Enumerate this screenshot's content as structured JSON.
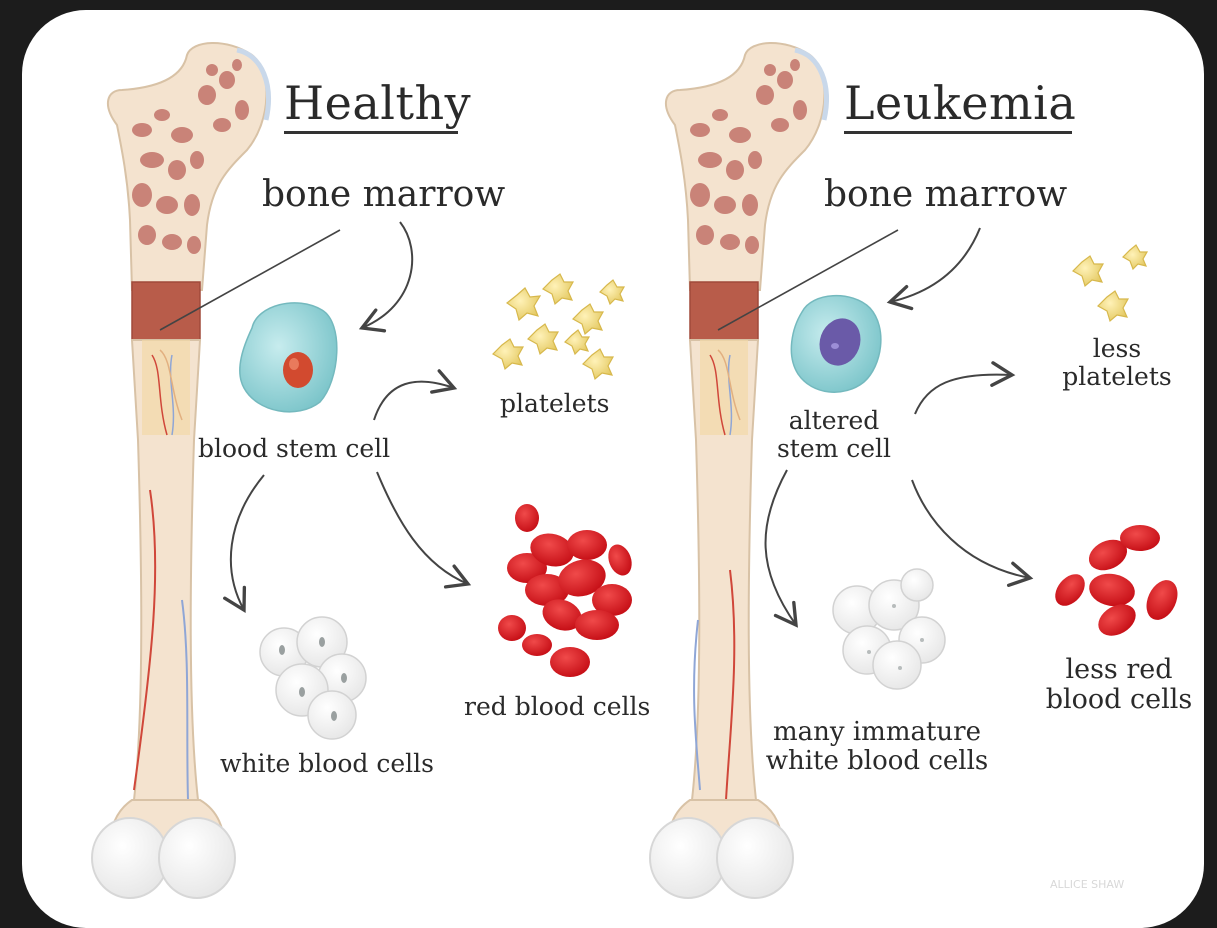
{
  "panels": {
    "healthy": {
      "title": "Healthy",
      "marrow": "bone marrow",
      "stem": "blood stem cell",
      "platelets": "platelets",
      "rbc": "red blood cells",
      "wbc": "white blood cells"
    },
    "leukemia": {
      "title": "Leukemia",
      "marrow": "bone marrow",
      "stem_line1": "altered",
      "stem_line2": "stem cell",
      "platelets_line1": "less",
      "platelets_line2": "platelets",
      "rbc_line1": "less red",
      "rbc_line2": "blood cells",
      "wbc_line1": "many immature",
      "wbc_line2": "white blood cells"
    }
  },
  "colors": {
    "bone": "#f4e3cf",
    "bone_edge": "#d8c2a6",
    "spongy": "#c98378",
    "marrow": "#b85c4a",
    "stem_cell": "#8fd0d4",
    "stem_nucleus": "#d24a2f",
    "altered_nucleus": "#6a5aa8",
    "platelet": "#ecd67a",
    "red_cell": "#d7141c",
    "vein_red": "#d0473a",
    "vein_blue": "#8fa6d6"
  },
  "watermark": "ALLICE SHAW"
}
